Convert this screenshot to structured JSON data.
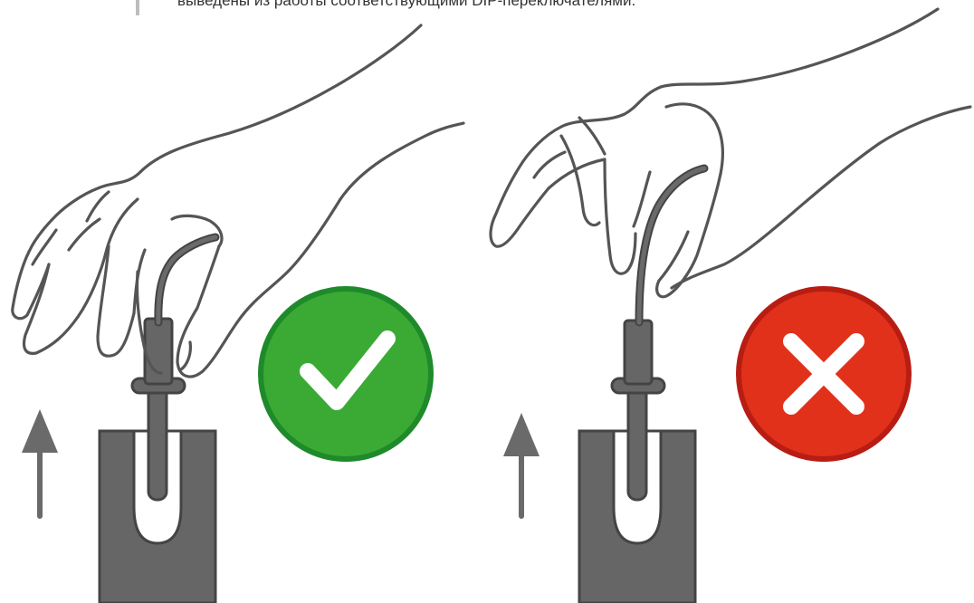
{
  "caption": {
    "text": "выведены из работы соответствующими DIP-переключателями."
  },
  "panels": [
    {
      "id": "correct",
      "status": "correct",
      "badge_color": "#3aaa35",
      "badge_ring": "#1f8a2a",
      "badge_icon": "check-icon"
    },
    {
      "id": "incorrect",
      "status": "incorrect",
      "badge_color": "#e1311a",
      "badge_ring": "#b81d14",
      "badge_icon": "cross-icon"
    }
  ],
  "colors": {
    "line": "#555555",
    "probe": "#666666",
    "arrow": "#6a6a6a"
  }
}
